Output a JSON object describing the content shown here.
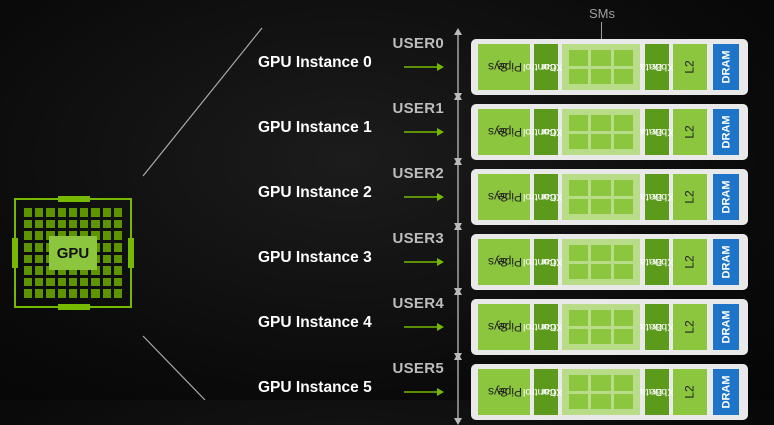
{
  "diagram": {
    "chip_label": "GPU",
    "sms_label": "SMs",
    "colors": {
      "background": "#0a0a0a",
      "nvidia_green": "#76b900",
      "block_green": "#8cc63f",
      "dark_green": "#5c9a1c",
      "dram_blue": "#1e74c6",
      "partition_bg": "#e9e9e9"
    },
    "block_labels": {
      "sys": [
        "Sys",
        "Pipe"
      ],
      "control": [
        "Control",
        "Xbar"
      ],
      "data": [
        "Data",
        "Xbar"
      ],
      "l2": "L2",
      "dram": "DRAM"
    },
    "instances": [
      {
        "user": "USER0",
        "name": "GPU Instance 0"
      },
      {
        "user": "USER1",
        "name": "GPU Instance 1"
      },
      {
        "user": "USER2",
        "name": "GPU Instance 2"
      },
      {
        "user": "USER3",
        "name": "GPU Instance 3"
      },
      {
        "user": "USER4",
        "name": "GPU Instance 4"
      },
      {
        "user": "USER5",
        "name": "GPU Instance 5"
      }
    ]
  }
}
